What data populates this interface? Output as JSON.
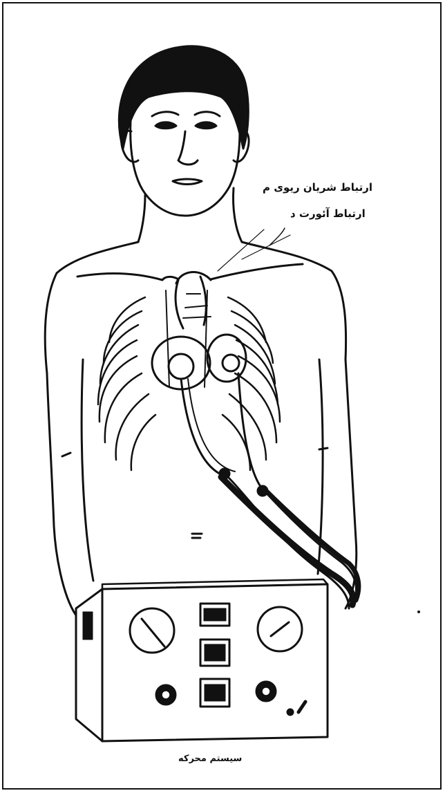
{
  "labels": {
    "pulmonary_connection": "ارتباط شریان ریوی م",
    "aorta_connection": "ارتباط آئورت د",
    "caption": "سیستم محرکه"
  },
  "colors": {
    "ink": "#111111",
    "paper": "#ffffff"
  }
}
